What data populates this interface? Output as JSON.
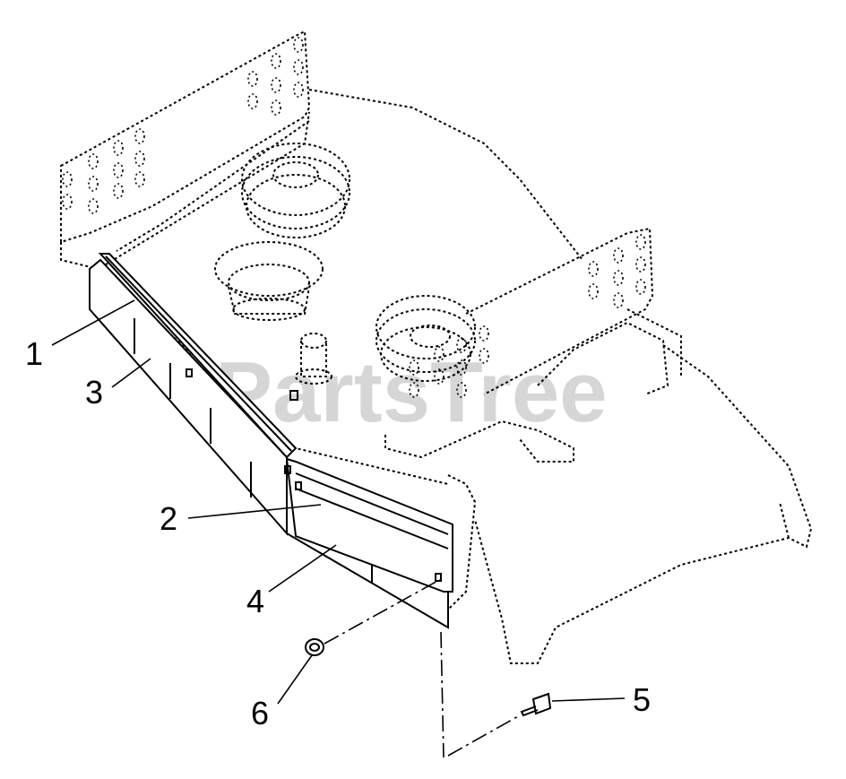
{
  "diagram": {
    "watermark": "PartsTree",
    "callouts": [
      {
        "id": "1",
        "label": "1"
      },
      {
        "id": "2",
        "label": "2"
      },
      {
        "id": "3",
        "label": "3"
      },
      {
        "id": "4",
        "label": "4"
      },
      {
        "id": "5",
        "label": "5"
      },
      {
        "id": "6",
        "label": "6"
      }
    ],
    "colors": {
      "line": "#000000",
      "background": "#ffffff",
      "watermark": "#c9c9c9"
    }
  }
}
